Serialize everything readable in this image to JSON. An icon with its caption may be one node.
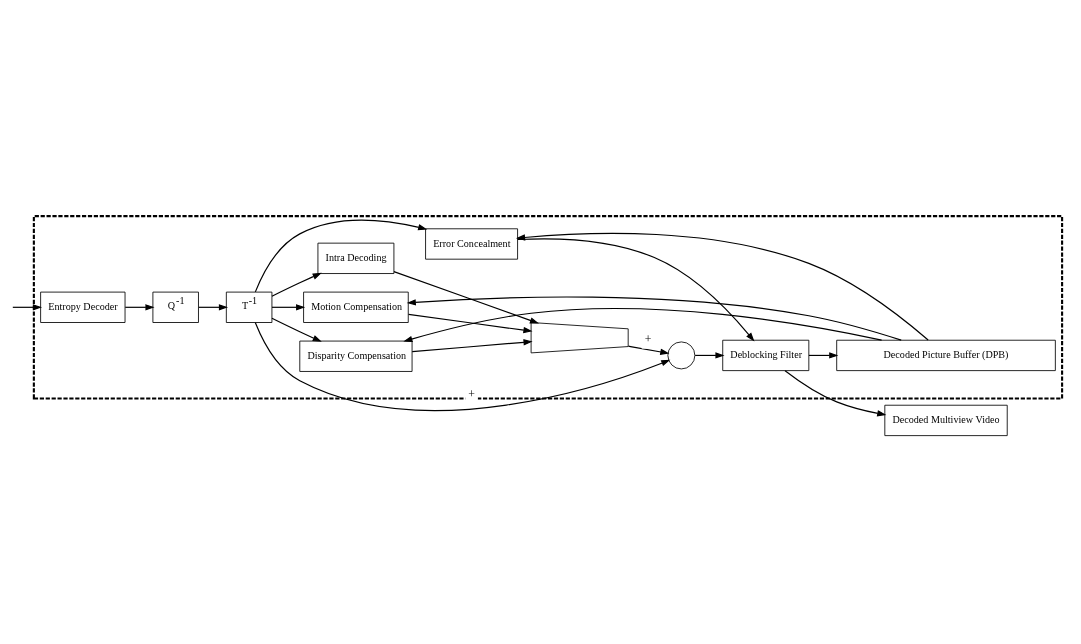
{
  "diagram": {
    "nodes": [
      {
        "text": [],
        "shape": "box"
      },
      {
        "text": [
          "Entropy Decoder"
        ],
        "in": 0
      },
      {
        "text": [
          "Q$^{-1}$"
        ],
        "in": 0
      },
      {
        "text": [
          "T$^{-1}$"
        ],
        "in": 0
      },
      {
        "text": [],
        "shape": "circle",
        "in": 0
      },
      {
        "text": [
          "Disparity Compensation"
        ],
        "in": 0
      },
      {
        "text": [
          "Motion Compensation"
        ],
        "in": 0
      },
      {
        "text": [
          "Intra Decoding"
        ],
        "in": 0
      },
      {
        "text": [],
        "shape": "trapezoid",
        "in": 0
      },
      {
        "text": [
          "Error Concealment"
        ],
        "in": 0
      },
      {
        "text": [
          "Deblocking Filter"
        ],
        "in": 0
      },
      {
        "text": [
          "Decoded Picture Buffer (DPB)"
        ],
        "in": 0
      },
      {
        "text": [
          "Decoded Multiview Video"
        ]
      }
    ],
    "edges": [
      {
        "from": null,
        "to": 1,
        "arrow": "to"
      },
      {
        "from": 1,
        "to": 2,
        "arrow": "to"
      },
      {
        "from": 2,
        "to": 3,
        "arrow": "to"
      },
      {
        "from": 3,
        "to": 4,
        "arrow": "to",
        "label": "+"
      },
      {
        "from": 3,
        "to": 5,
        "arrow": "to"
      },
      {
        "from": 3,
        "to": 6,
        "arrow": "to"
      },
      {
        "from": 3,
        "to": 7,
        "arrow": "to"
      },
      {
        "from": 3,
        "to": 9,
        "arrow": "to"
      },
      {
        "from": 11,
        "to": 5,
        "arrow": "to"
      },
      {
        "from": 11,
        "to": 6,
        "arrow": "to"
      },
      {
        "from": 11,
        "to": 9,
        "arrow": "to"
      },
      {
        "from": 5,
        "to": 8,
        "arrow": "to"
      },
      {
        "from": 6,
        "to": 8,
        "arrow": "to"
      },
      {
        "from": 7,
        "to": 8,
        "arrow": "to"
      },
      {
        "from": 8,
        "to": 4,
        "arrow": "to",
        "label": "+"
      },
      {
        "from": 4,
        "to": 10,
        "arrow": "to"
      },
      {
        "from": 9,
        "to": 10,
        "arrow": "to"
      },
      {
        "from": 10,
        "to": 12,
        "arrow": "to"
      },
      {
        "from": 10,
        "to": 11,
        "arrow": "to"
      }
    ]
  }
}
